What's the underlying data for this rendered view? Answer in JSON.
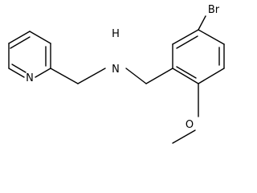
{
  "atoms": {
    "pyridine_n": "N",
    "amine_nh": "N",
    "amine_h": "H",
    "bromine": "Br",
    "oxygen": "O"
  },
  "colors": {
    "bond": "#000000",
    "label": "#000000",
    "background": "#ffffff"
  }
}
